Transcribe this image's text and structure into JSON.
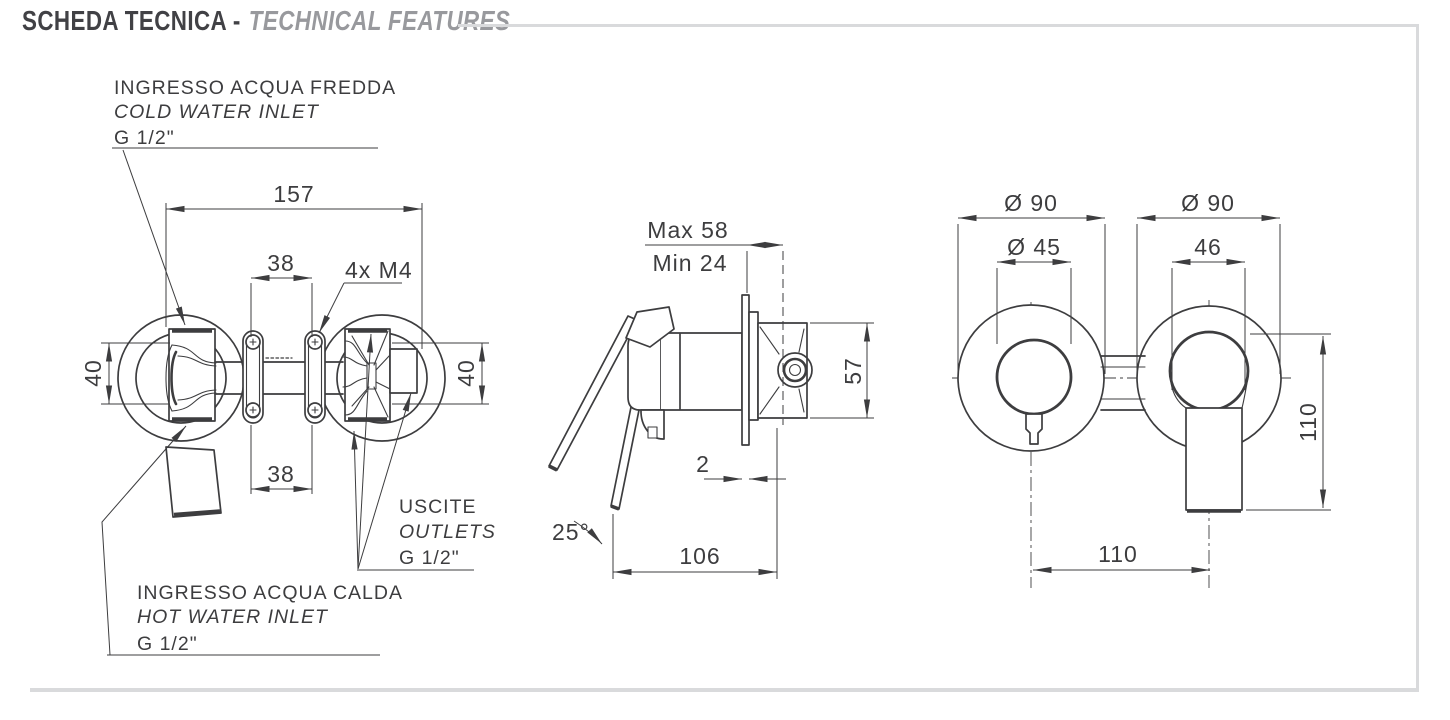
{
  "header": {
    "title_primary": "SCHEDA TECNICA -",
    "title_secondary": "TECHNICAL FEATURES"
  },
  "colors": {
    "line": "#3d3d3f",
    "title_primary": "#414145",
    "title_secondary": "#98999d",
    "frame_rule": "#d9dadc"
  },
  "rear_view": {
    "labels": {
      "cold_inlet_l1": "INGRESSO ACQUA FREDDA",
      "cold_inlet_l2": "COLD WATER INLET",
      "cold_inlet_l3": "G 1/2\"",
      "hot_inlet_l1": "INGRESSO ACQUA CALDA",
      "hot_inlet_l2": "HOT WATER INLET",
      "hot_inlet_l3": "G 1/2\"",
      "outlets_l1": "USCITE",
      "outlets_l2": "OUTLETS",
      "outlets_l3": "G 1/2\"",
      "screws": "4x M4"
    },
    "dims": {
      "overall_width": "157",
      "screw_spacing_top": "38",
      "screw_spacing_bottom": "38",
      "body_height_left": "40",
      "body_height_right": "40"
    }
  },
  "side_view": {
    "dims": {
      "wall_depth_max": "Max 58",
      "wall_depth_min": "Min 24",
      "valve_height": "57",
      "plate_thickness": "2",
      "overall_length": "106",
      "handle_angle": "25°"
    }
  },
  "front_view": {
    "dims": {
      "left_plate_diameter": "Ø 90",
      "right_plate_diameter": "Ø 90",
      "handle_diameter": "Ø 45",
      "spout_width": "46",
      "spout_height": "110",
      "center_distance": "110"
    }
  }
}
